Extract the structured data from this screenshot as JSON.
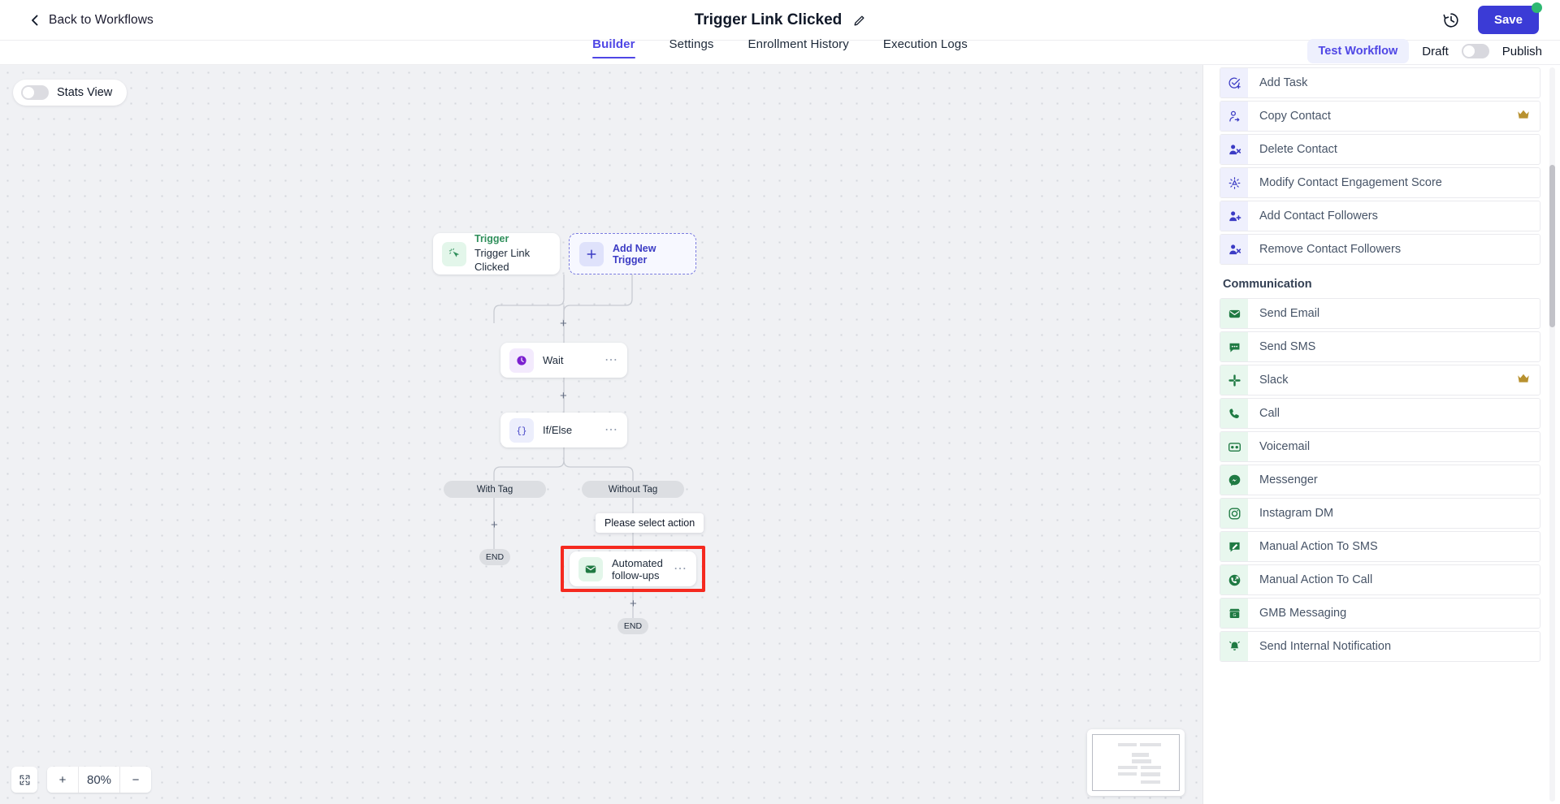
{
  "topbar": {
    "back_label": "Back to Workflows",
    "title": "Trigger Link Clicked",
    "edit_icon": "pencil-icon",
    "history_icon": "history-clock-icon",
    "save_label": "Save",
    "save_badge_color": "#2eb872",
    "accent_color": "#3b3bd6"
  },
  "tabs": [
    {
      "label": "Builder",
      "active": true
    },
    {
      "label": "Settings",
      "active": false
    },
    {
      "label": "Enrollment History",
      "active": false
    },
    {
      "label": "Execution Logs",
      "active": false
    }
  ],
  "tabs_right": {
    "test_workflow_label": "Test Workflow",
    "draft_label": "Draft",
    "publish_label": "Publish",
    "toggle_state": "off"
  },
  "canvas": {
    "stats_view_label": "Stats View",
    "stats_view_state": "off",
    "tooltip_text": "Please select action",
    "zoom_level": "80%",
    "zoom_in_label": "+",
    "zoom_out_label": "−",
    "fit_icon": "fit-screen-icon",
    "nodes": {
      "trigger": {
        "title": "Trigger",
        "subtitle": "Trigger Link Clicked",
        "icon": "click-cursor-icon"
      },
      "add_trigger": {
        "label": "Add New Trigger",
        "icon": "plus-icon"
      },
      "wait": {
        "label": "Wait",
        "icon": "clock-icon",
        "menu": "⋯"
      },
      "ifelse": {
        "label": "If/Else",
        "icon": "braces-icon",
        "menu": "⋯"
      },
      "email": {
        "label": "Automated follow-ups",
        "icon": "envelope-icon",
        "menu": "⋯"
      }
    },
    "branches": {
      "left": "With Tag",
      "right": "Without Tag"
    },
    "end_left": "END",
    "end_right": "END",
    "plus_marks": [
      "+",
      "+",
      "+",
      "+"
    ],
    "highlight_color": "#f5291f"
  },
  "sidebar": {
    "top_actions": [
      {
        "label": "Add Task",
        "icon": "task-check-icon",
        "tone": "purple",
        "premium": false
      },
      {
        "label": "Copy Contact",
        "icon": "contact-copy-icon",
        "tone": "purple",
        "premium": true
      },
      {
        "label": "Delete Contact",
        "icon": "contact-delete-icon",
        "tone": "purple",
        "premium": false
      },
      {
        "label": "Modify Contact Engagement Score",
        "icon": "engagement-score-icon",
        "tone": "purple",
        "premium": false
      },
      {
        "label": "Add Contact Followers",
        "icon": "contact-add-follower-icon",
        "tone": "purple",
        "premium": false
      },
      {
        "label": "Remove Contact Followers",
        "icon": "contact-remove-follower-icon",
        "tone": "purple",
        "premium": false
      }
    ],
    "communication_header": "Communication",
    "communication_actions": [
      {
        "label": "Send Email",
        "icon": "envelope-icon",
        "tone": "green",
        "premium": false,
        "highlighted": true
      },
      {
        "label": "Send SMS",
        "icon": "chat-bubble-icon",
        "tone": "green",
        "premium": false
      },
      {
        "label": "Slack",
        "icon": "slack-icon",
        "tone": "green",
        "premium": true
      },
      {
        "label": "Call",
        "icon": "phone-icon",
        "tone": "green",
        "premium": false
      },
      {
        "label": "Voicemail",
        "icon": "voicemail-icon",
        "tone": "green",
        "premium": false
      },
      {
        "label": "Messenger",
        "icon": "messenger-icon",
        "tone": "green",
        "premium": false
      },
      {
        "label": "Instagram DM",
        "icon": "instagram-icon",
        "tone": "green",
        "premium": false
      },
      {
        "label": "Manual Action To SMS",
        "icon": "manual-sms-icon",
        "tone": "green",
        "premium": false
      },
      {
        "label": "Manual Action To Call",
        "icon": "manual-call-icon",
        "tone": "green",
        "premium": false
      },
      {
        "label": "GMB Messaging",
        "icon": "storefront-icon",
        "tone": "green",
        "premium": false
      },
      {
        "label": "Send Internal Notification",
        "icon": "bell-icon",
        "tone": "green",
        "premium": false
      }
    ]
  }
}
